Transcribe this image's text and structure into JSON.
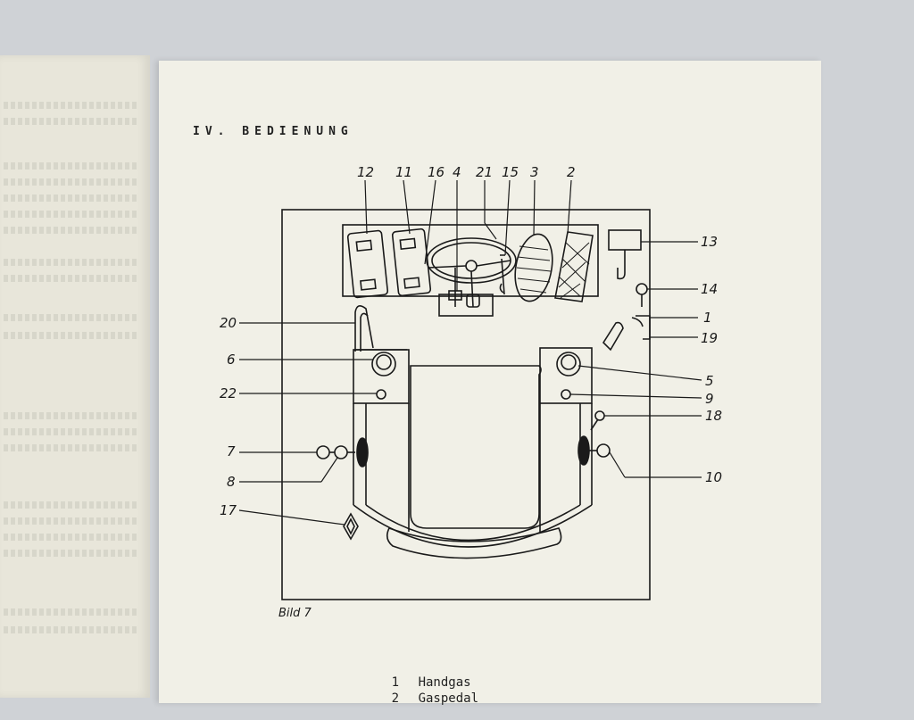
{
  "section": {
    "title": "IV. BEDIENUNG"
  },
  "figure": {
    "caption": "Bild 7",
    "callouts": [
      {
        "id": "c12",
        "label": "12"
      },
      {
        "id": "c11",
        "label": "11"
      },
      {
        "id": "c16",
        "label": "16"
      },
      {
        "id": "c4",
        "label": "4"
      },
      {
        "id": "c21",
        "label": "21"
      },
      {
        "id": "c15",
        "label": "15"
      },
      {
        "id": "c3",
        "label": "3"
      },
      {
        "id": "c2",
        "label": "2"
      },
      {
        "id": "c13",
        "label": "13"
      },
      {
        "id": "c14",
        "label": "14"
      },
      {
        "id": "c1",
        "label": "1"
      },
      {
        "id": "c19",
        "label": "19"
      },
      {
        "id": "c20",
        "label": "20"
      },
      {
        "id": "c6",
        "label": "6"
      },
      {
        "id": "c5",
        "label": "5"
      },
      {
        "id": "c22",
        "label": "22"
      },
      {
        "id": "c9",
        "label": "9"
      },
      {
        "id": "c18",
        "label": "18"
      },
      {
        "id": "c7",
        "label": "7"
      },
      {
        "id": "c10",
        "label": "10"
      },
      {
        "id": "c8",
        "label": "8"
      },
      {
        "id": "c17",
        "label": "17"
      }
    ]
  },
  "legend": [
    {
      "num": "1",
      "text": "Handgas"
    },
    {
      "num": "2",
      "text": "Gaspedal"
    }
  ]
}
